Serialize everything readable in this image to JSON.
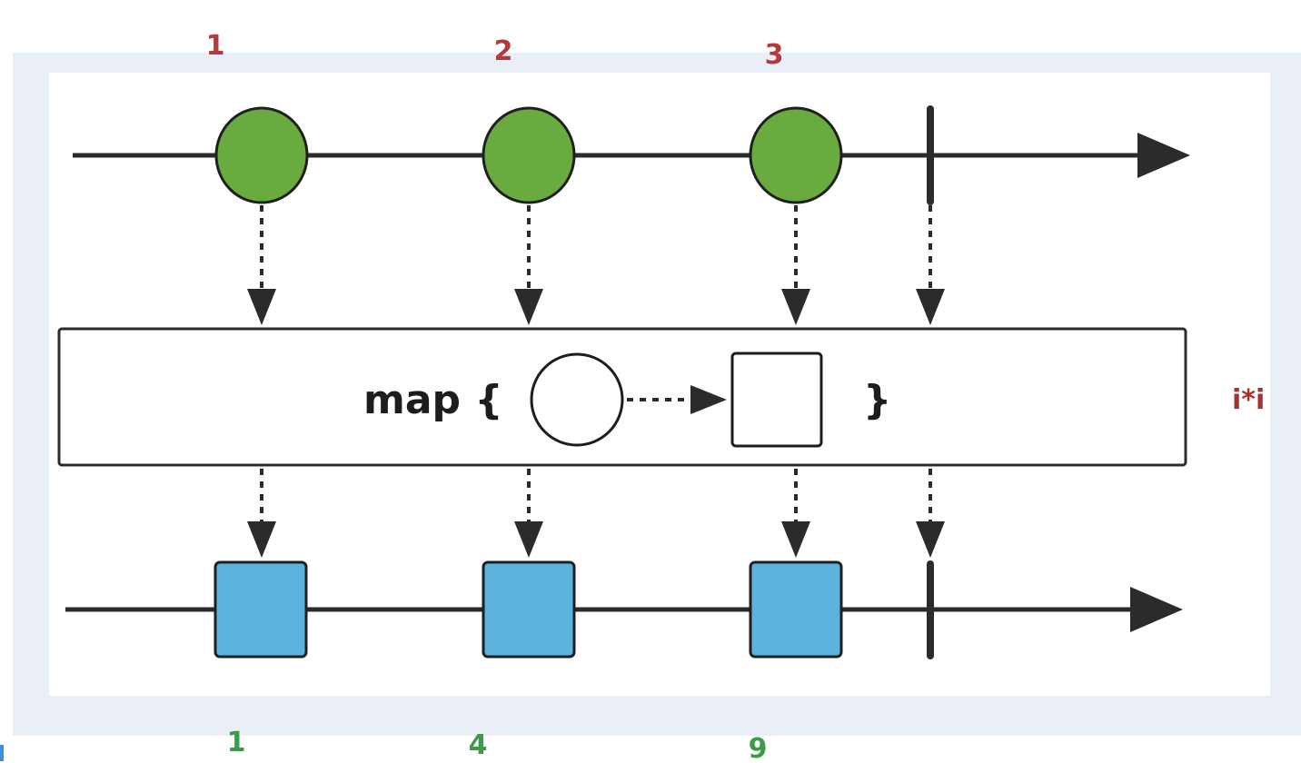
{
  "input_stream": {
    "labels": [
      "1",
      "2",
      "3"
    ],
    "marble_color": "#6aab3f",
    "marble_shape": "circle"
  },
  "operator": {
    "open_text": "map {",
    "close_text": "}",
    "function_note": "i*i"
  },
  "output_stream": {
    "labels": [
      "1",
      "4",
      "9"
    ],
    "marble_color": "#5ab4dc",
    "marble_shape": "square"
  },
  "colors": {
    "line": "#2b2b2b",
    "input_label": "#b23a3a",
    "output_label": "#3d9a4a",
    "frame": "#e9eef7"
  }
}
